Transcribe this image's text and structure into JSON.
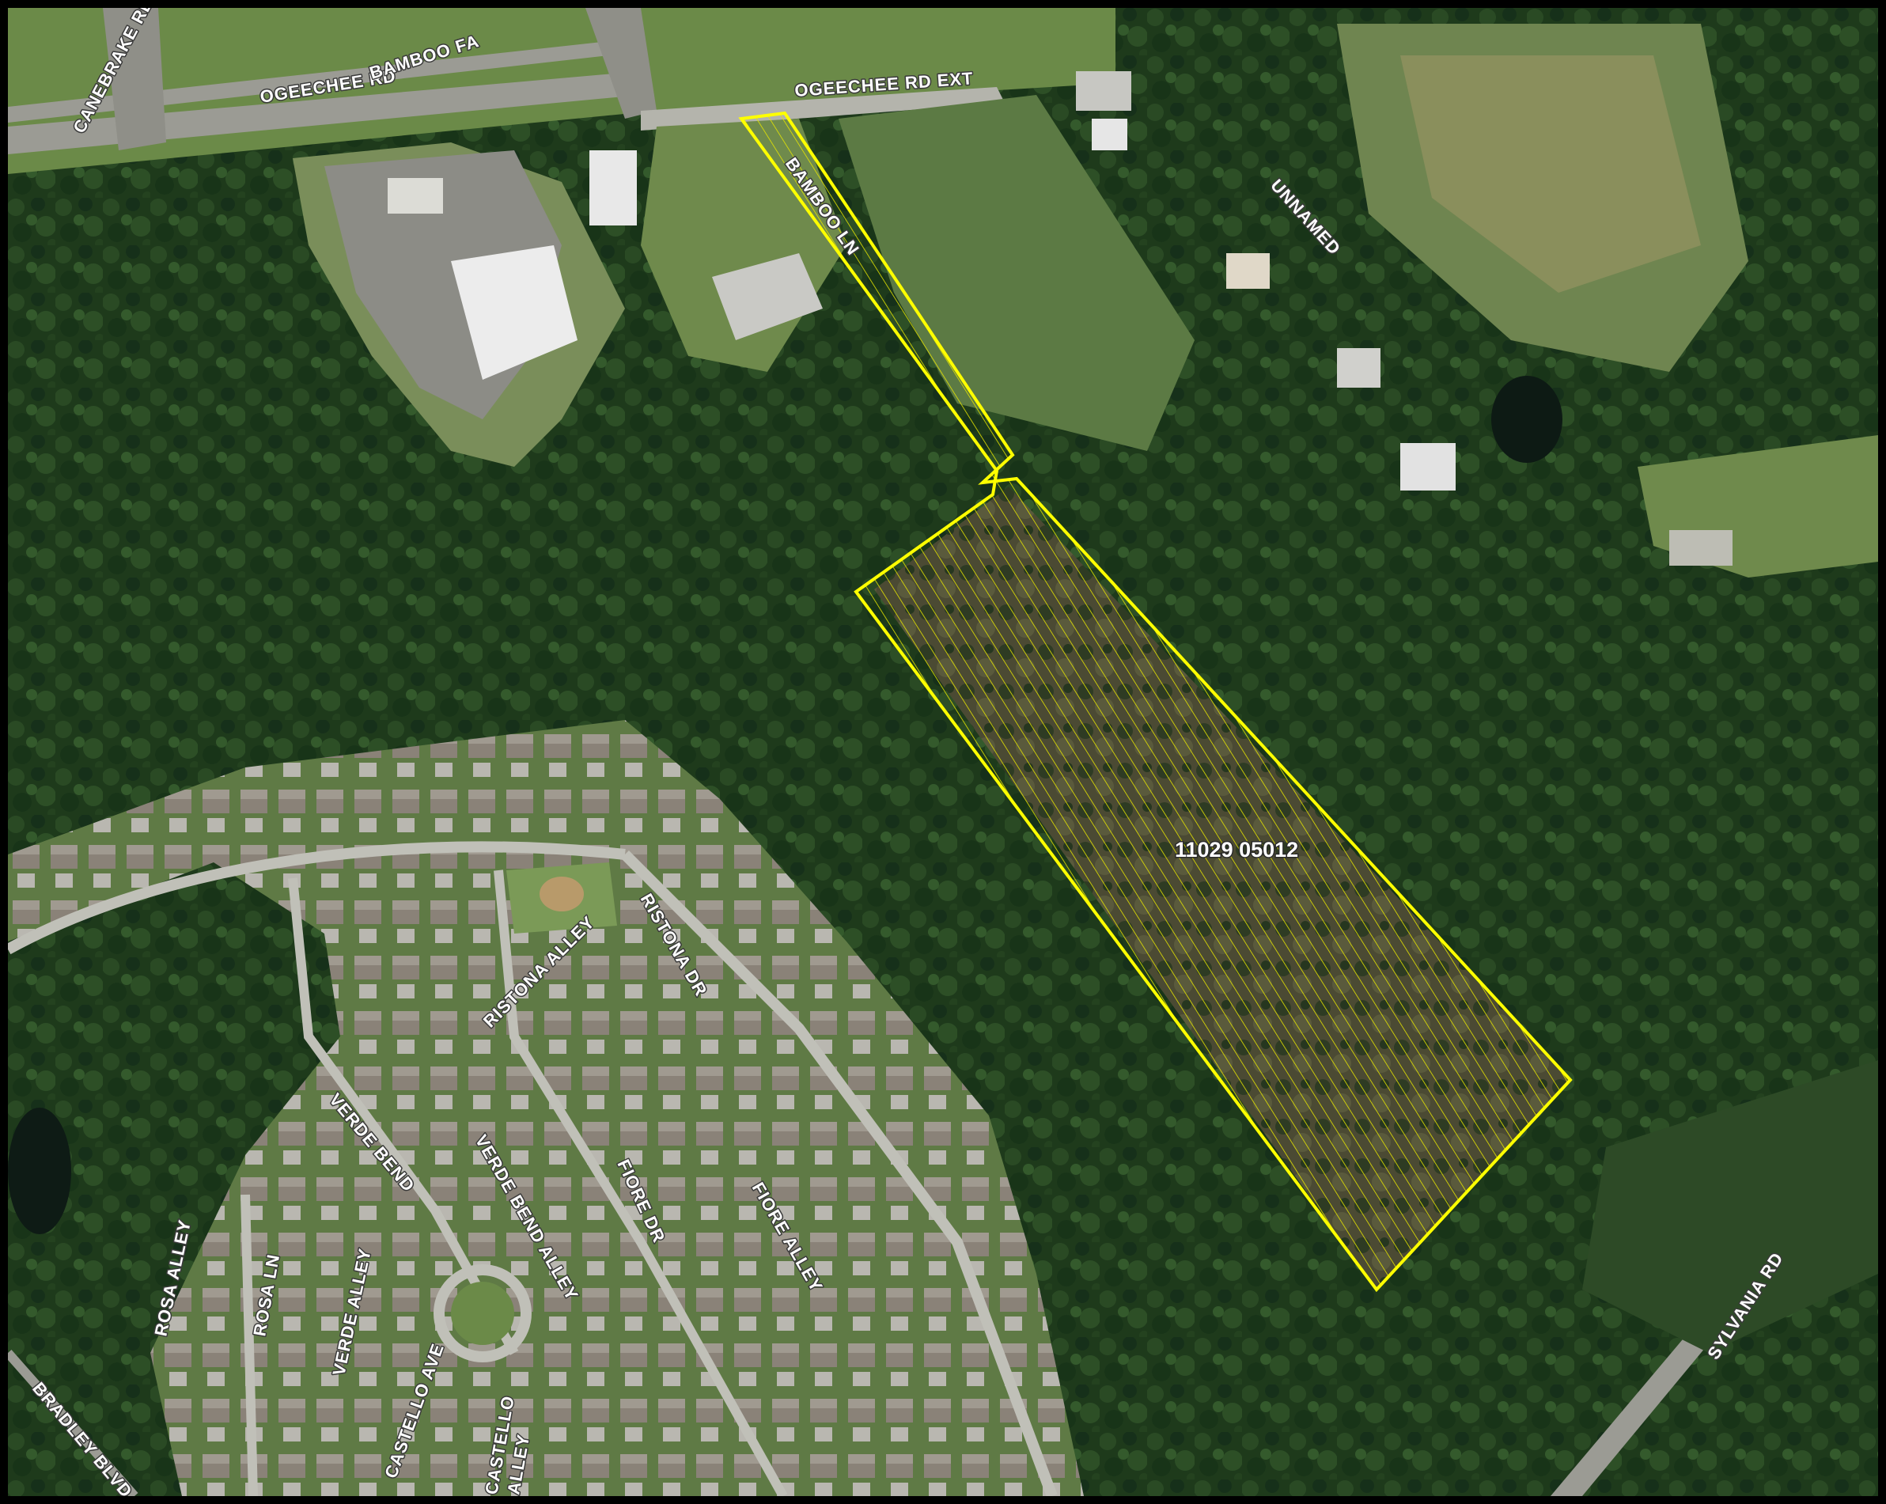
{
  "map": {
    "parcel_id": "11029 05012",
    "road_labels": {
      "canebrake": "CANEBRAKE RD",
      "ogeechee_main": "OGEECHEE RD",
      "bamboo_farm": "BAMBOO FA",
      "ogeechee_ext": "OGEECHEE RD EXT",
      "bamboo_ln": "BAMBOO LN",
      "unnamed": "UNNAMED",
      "ristona_dr": "RISTONA DR",
      "ristona_alley": "RISTONA ALLEY",
      "verde_bend": "VERDE BEND",
      "verde_bend_alley": "VERDE BEND ALLEY",
      "fiore_dr": "FIORE DR",
      "fiore_alley": "FIORE ALLEY",
      "rosa_alley": "ROSA ALLEY",
      "rosa_ln": "ROSA LN",
      "verde_alley": "VERDE ALLEY",
      "castello_ave": "CASTELLO AVE",
      "castello_alley_1": "CASTELLO",
      "castello_alley_2": "ALLEY",
      "bradley_blvd": "BRADLEY BLVD",
      "sylvania_rd": "SYLVANIA RD"
    },
    "colors": {
      "parcel_outline": "#ffff00",
      "forest": "#1f3a1c",
      "road": "#c8c8c0",
      "grass": "#6f8f4a"
    }
  }
}
